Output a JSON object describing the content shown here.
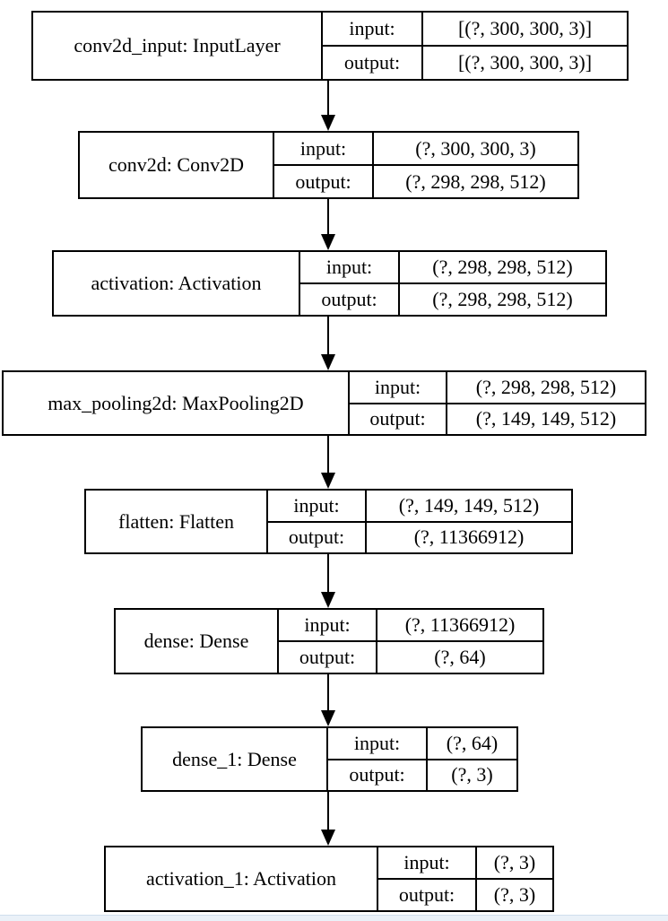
{
  "diagram": {
    "type": "keras-model-architecture",
    "labels": {
      "input": "input:",
      "output": "output:"
    },
    "nodes": [
      {
        "name": "conv2d_input: InputLayer",
        "input": "[(?, 300, 300, 3)]",
        "output": "[(?, 300, 300, 3)]"
      },
      {
        "name": "conv2d: Conv2D",
        "input": "(?, 300, 300, 3)",
        "output": "(?, 298, 298, 512)"
      },
      {
        "name": "activation: Activation",
        "input": "(?, 298, 298, 512)",
        "output": "(?, 298, 298, 512)"
      },
      {
        "name": "max_pooling2d: MaxPooling2D",
        "input": "(?, 298, 298, 512)",
        "output": "(?, 149, 149, 512)"
      },
      {
        "name": "flatten: Flatten",
        "input": "(?, 149, 149, 512)",
        "output": "(?, 11366912)"
      },
      {
        "name": "dense: Dense",
        "input": "(?, 11366912)",
        "output": "(?, 64)"
      },
      {
        "name": "dense_1: Dense",
        "input": "(?, 64)",
        "output": "(?, 3)"
      },
      {
        "name": "activation_1: Activation",
        "input": "(?, 3)",
        "output": "(?, 3)"
      }
    ],
    "edges": [
      {
        "from": "conv2d_input: InputLayer",
        "to": "conv2d: Conv2D"
      },
      {
        "from": "conv2d: Conv2D",
        "to": "activation: Activation"
      },
      {
        "from": "activation: Activation",
        "to": "max_pooling2d: MaxPooling2D"
      },
      {
        "from": "max_pooling2d: MaxPooling2D",
        "to": "flatten: Flatten"
      },
      {
        "from": "flatten: Flatten",
        "to": "dense: Dense"
      },
      {
        "from": "dense: Dense",
        "to": "dense_1: Dense"
      },
      {
        "from": "dense_1: Dense",
        "to": "activation_1: Activation"
      }
    ],
    "colors": {
      "border": "#000000",
      "background": "#ffffff",
      "text": "#000000",
      "bottom_strip": "#eaf1f8"
    }
  }
}
